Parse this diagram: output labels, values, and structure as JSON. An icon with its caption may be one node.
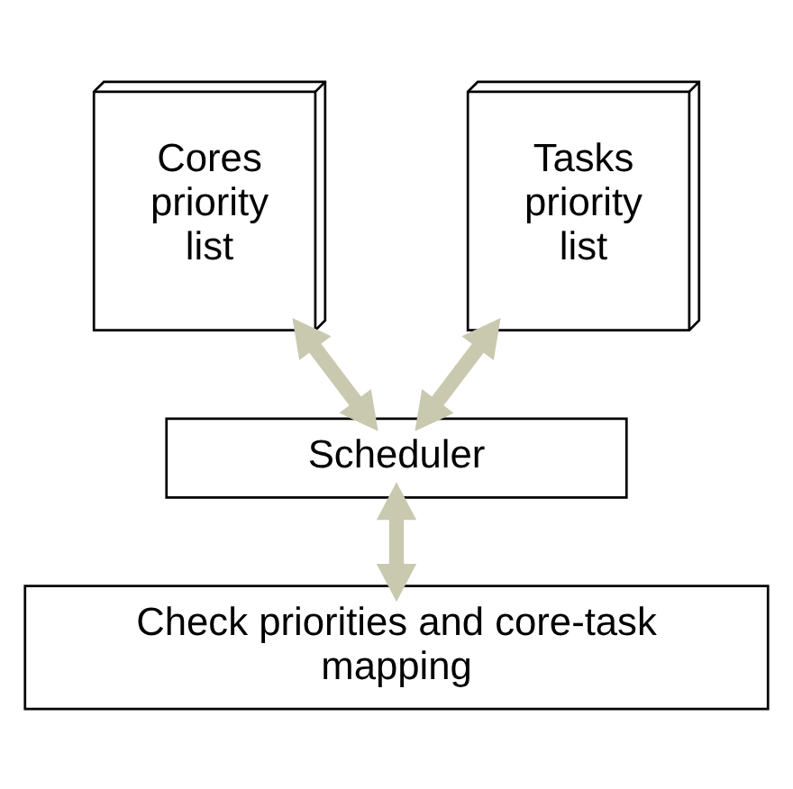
{
  "diagram": {
    "nodes": [
      {
        "text": [
          "Cores priority list"
        ]
      },
      {
        "text": [
          "Tasks priority list"
        ]
      },
      {
        "text": [
          "Scheduler"
        ]
      },
      {
        "text": [
          "Check priorities and core-task mapping"
        ]
      }
    ],
    "edges": [
      {
        "from": 0,
        "to": 2,
        "arrow": "both"
      },
      {
        "from": 1,
        "to": 2,
        "arrow": "both"
      },
      {
        "from": 2,
        "to": 3,
        "arrow": "both"
      }
    ]
  }
}
